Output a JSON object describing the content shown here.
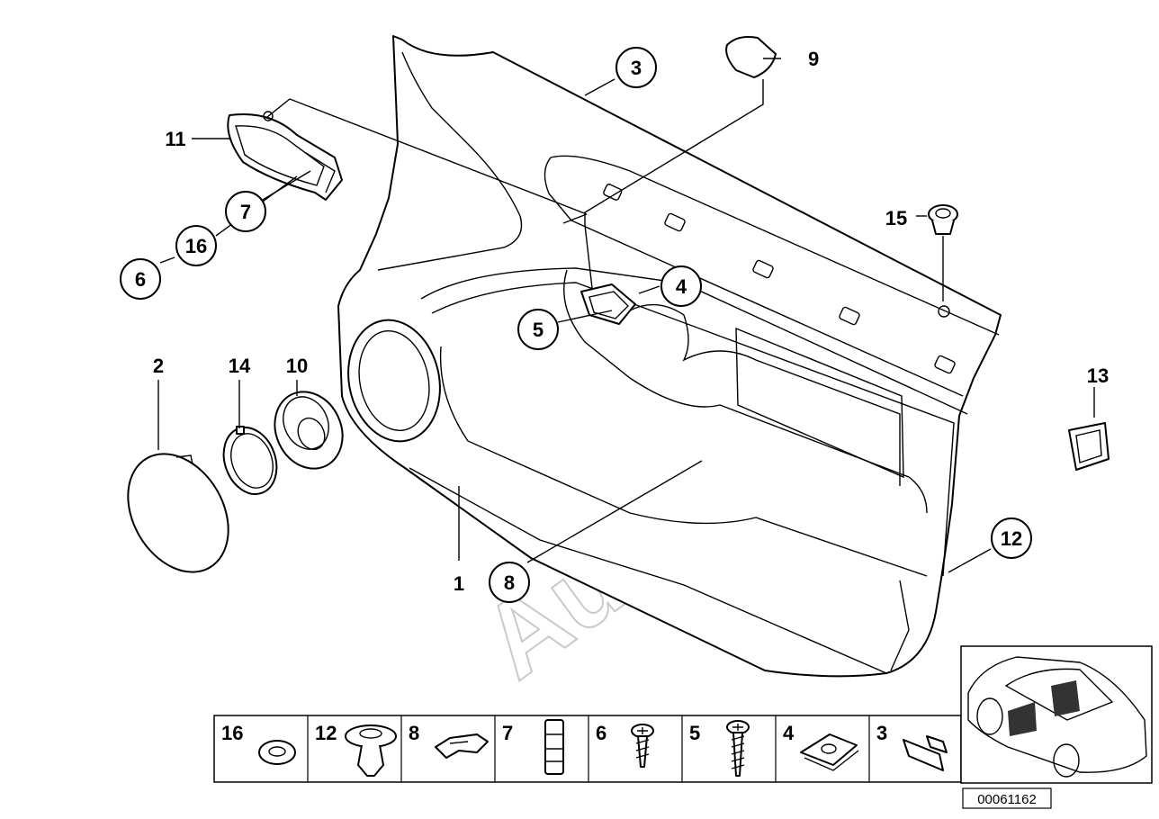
{
  "callouts": {
    "c1": "1",
    "c2": "2",
    "c3": "3",
    "c4": "4",
    "c5": "5",
    "c6": "6",
    "c7": "7",
    "c8": "8",
    "c9": "9",
    "c10": "10",
    "c11": "11",
    "c12": "12",
    "c13": "13",
    "c14": "14",
    "c15": "15",
    "c16": "16"
  },
  "hardware_strip": [
    "16",
    "12",
    "8",
    "7",
    "6",
    "5",
    "4",
    "3"
  ],
  "reference_number": "00061162",
  "watermark": "AutoSoft"
}
